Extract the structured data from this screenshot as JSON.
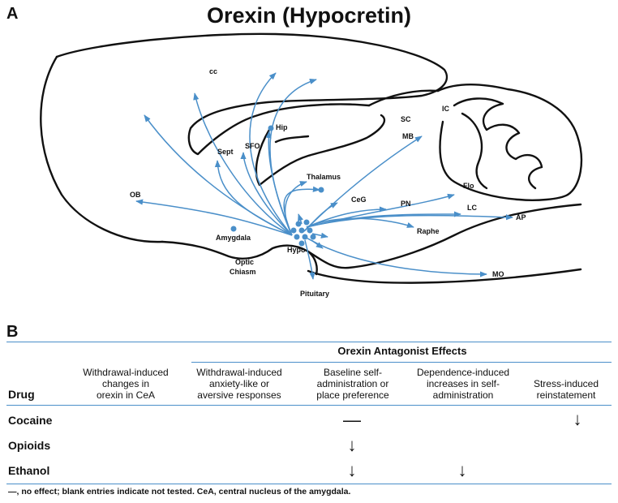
{
  "panels": {
    "a_letter": "A",
    "b_letter": "B"
  },
  "title": "Orexin (Hypocretin)",
  "diagram_labels": {
    "cc": "cc",
    "hip": "Hip",
    "sept": "Sept",
    "sfo": "SFO",
    "thalamus": "Thalamus",
    "ob": "OB",
    "amygdala": "Amygdala",
    "hypo": "Hypo",
    "ceg": "CeG",
    "pn": "PN",
    "raphe": "Raphe",
    "lc": "LC",
    "ap": "AP",
    "mo": "MO",
    "sc": "SC",
    "ic": "IC",
    "mb": "MB",
    "flo": "Flo",
    "optic": "Optic",
    "chiasm": "Chiasm",
    "pituitary": "Pituitary"
  },
  "colors": {
    "projection": "#4a8fc9",
    "outline": "#111111",
    "rule": "#4a8fc9"
  },
  "table": {
    "group_header": "Orexin Antagonist Effects",
    "columns": {
      "drug": "Drug",
      "col1": [
        "Withdrawal-induced",
        "changes in",
        "orexin in CeA"
      ],
      "col2": [
        "Withdrawal-induced",
        "anxiety-like or",
        "aversive responses"
      ],
      "col3": [
        "Baseline self-",
        "administration or",
        "place preference"
      ],
      "col4": [
        "Dependence-induced",
        "increases in self-",
        "administration"
      ],
      "col5": [
        "Stress-induced",
        "reinstatement"
      ]
    },
    "rows": [
      {
        "drug": "Cocaine",
        "col1": "",
        "col2": "",
        "col3": "—",
        "col4": "",
        "col5": "↓"
      },
      {
        "drug": "Opioids",
        "col1": "",
        "col2": "",
        "col3": "↓",
        "col4": "",
        "col5": ""
      },
      {
        "drug": "Ethanol",
        "col1": "",
        "col2": "",
        "col3": "↓",
        "col4": "↓",
        "col5": ""
      }
    ]
  },
  "footnote": "—, no effect; blank entries indicate not tested. CeA, central nucleus of the amygdala."
}
